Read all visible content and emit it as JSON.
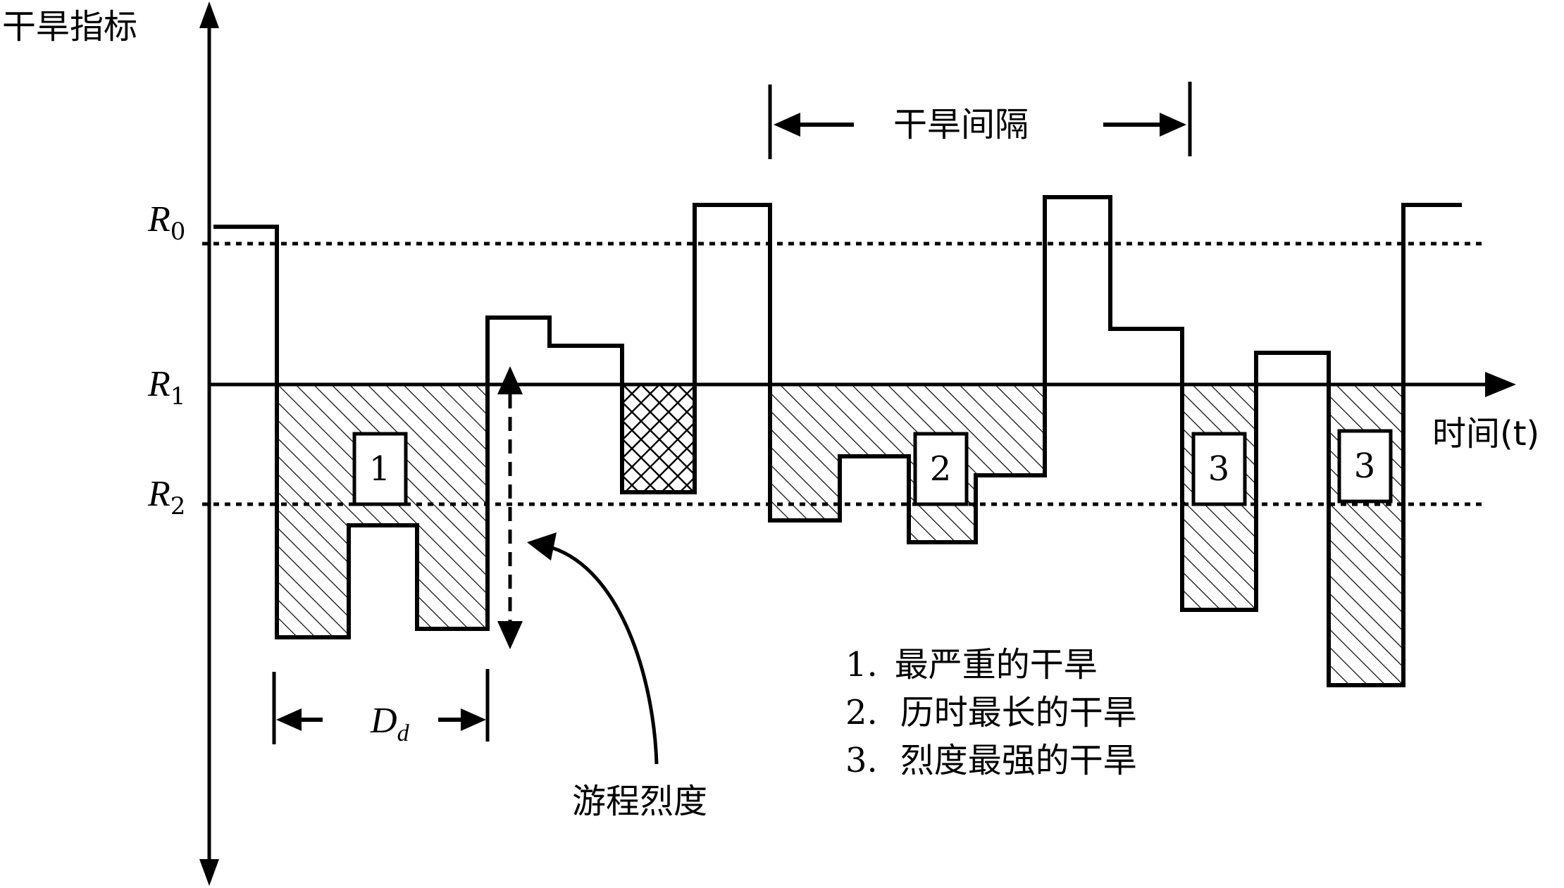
{
  "y_axis_label": "干旱指标",
  "x_axis_label": "时间(t)",
  "thresholds": {
    "r0_letter": "R",
    "r0_sub": "0",
    "r1_letter": "R",
    "r1_sub": "1",
    "r2_letter": "R",
    "r2_sub": "2"
  },
  "duration": {
    "letter": "D",
    "sub": "d"
  },
  "run_severity_label": "游程烈度",
  "drought_interval_label": "干旱间隔",
  "event_markers": [
    "1",
    "2",
    "3",
    "3"
  ],
  "legend": [
    {
      "num": "1.",
      "text": "最严重的干旱"
    },
    {
      "num": "2.",
      "text": "历时最长的干旱"
    },
    {
      "num": "3.",
      "text": "烈度最强的干旱"
    }
  ]
}
